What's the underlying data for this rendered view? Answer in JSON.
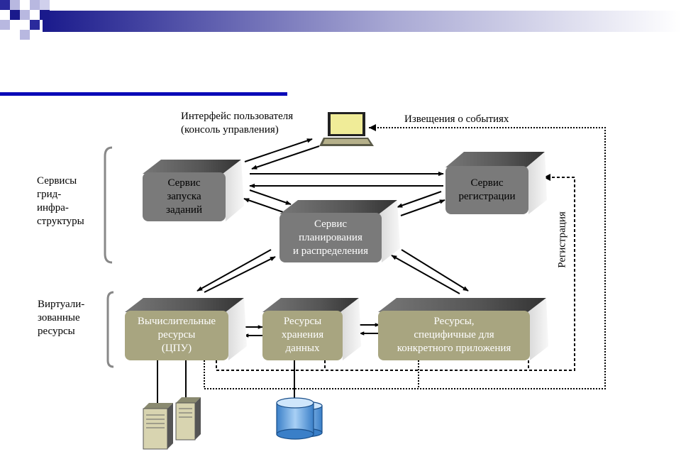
{
  "colors": {
    "banner_dark": "#1a1a8c",
    "underline": "#0a0ab8",
    "box_dark": "#7a7a7a",
    "box_olive": "#a8a580",
    "box_top": "#4a4a4a",
    "box_side": "#e8e8e8"
  },
  "labels": {
    "ui_line1": "Интерфейс пользователя",
    "ui_line2": "(консоль управления)",
    "events": "Извещения о событиях",
    "registration": "Регистрация",
    "grid_services": [
      "Сервисы",
      "грид-",
      "инфра-",
      "структуры"
    ],
    "virtual_resources": [
      "Виртуали-",
      "зованные",
      "ресурсы"
    ]
  },
  "boxes": {
    "launch": [
      "Сервис",
      "запуска",
      "заданий"
    ],
    "registry": [
      "Сервис",
      "регистрации"
    ],
    "scheduling": [
      "Сервис",
      "планирования",
      "и распределения"
    ],
    "compute": [
      "Вычислительные",
      "ресурсы",
      "(ЦПУ)"
    ],
    "storage": [
      "Ресурсы",
      "хранения",
      "данных"
    ],
    "specific": [
      "Ресурсы,",
      "специфичные для",
      "конкретного приложения"
    ]
  },
  "icons": {
    "laptop": "laptop-icon",
    "servers": "server-icon",
    "database": "database-icon"
  }
}
